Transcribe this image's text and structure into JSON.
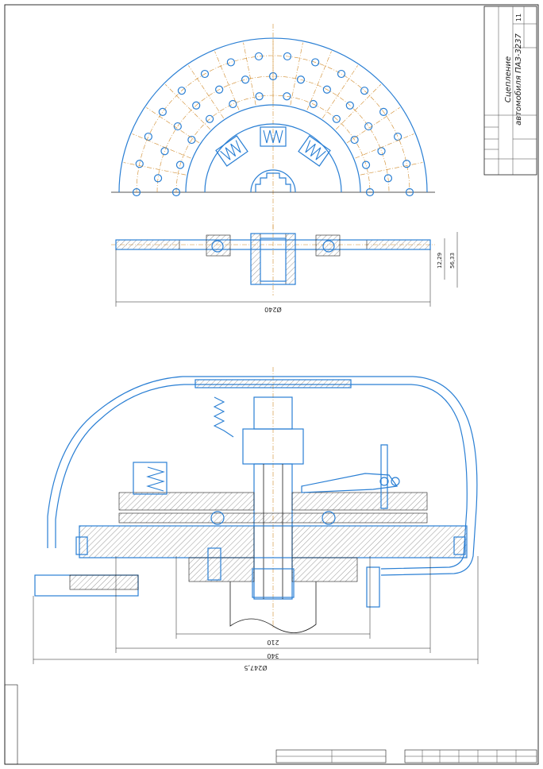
{
  "drawing": {
    "title_line1": "Сцепление",
    "title_line2": "автомобиля ПАЗ-3237",
    "sheet_number": "11",
    "dimensions": {
      "disc_diameter": "Ø240",
      "hub_height_1": "12,29",
      "hub_height_2": "56,33",
      "inner_span": "210",
      "outer_span": "340",
      "overall_span": "Ø247,5"
    }
  },
  "colors": {
    "outline": "#2a7fd4",
    "thin": "#1a1a1a",
    "centerline": "#d08a2a"
  }
}
